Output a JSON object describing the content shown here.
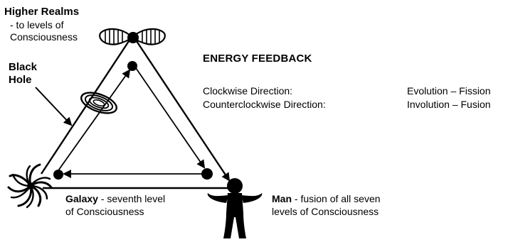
{
  "labels": {
    "higher_realms_title": "Higher Realms",
    "higher_realms_line2": "- to levels of",
    "higher_realms_line3": "Consciousness",
    "black_hole_line1": "Black",
    "black_hole_line2": "Hole",
    "galaxy_title": "Galaxy",
    "galaxy_line1_rest": " - seventh level",
    "galaxy_line2": "of Consciousness",
    "man_title": "Man",
    "man_line1_rest": " - fusion of all seven",
    "man_line2": "levels of Consciousness"
  },
  "legend": {
    "heading": "ENERGY FEEDBACK",
    "rows": [
      {
        "direction": "Clockwise Direction:",
        "result": "Evolution – Fission"
      },
      {
        "direction": "Counterclockwise Direction:",
        "result": "Involution – Fusion"
      }
    ]
  },
  "icons": {
    "top_vertex": "higher-realms-propeller-icon",
    "black_hole": "black-hole-spiral-icon",
    "galaxy": "galaxy-spiral-icon",
    "man": "man-figure-icon"
  },
  "colors": {
    "ink": "#000000",
    "background": "#ffffff"
  }
}
